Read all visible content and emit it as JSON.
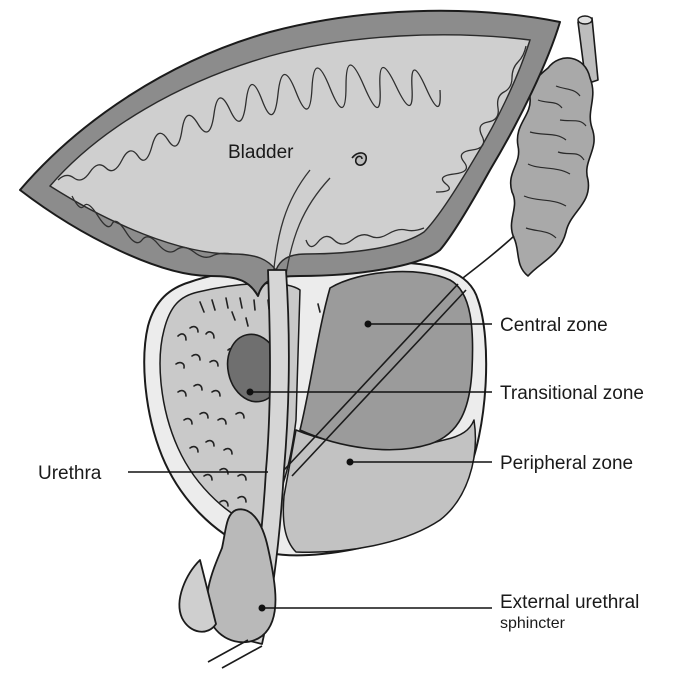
{
  "labels": {
    "bladder": "Bladder",
    "central_zone": "Central zone",
    "transitional_zone": "Transitional zone",
    "peripheral_zone": "Peripheral zone",
    "urethra": "Urethra",
    "external_sphincter_line1": "External urethral",
    "external_sphincter_line2": "sphincter"
  },
  "colors": {
    "bladder_wall": "#8c8c8c",
    "bladder_lumen": "#cfcfcf",
    "capsule": "#ececec",
    "central_zone": "#9b9b9b",
    "transitional_zone": "#6f6f6f",
    "peripheral_zone": "#c2c2c2",
    "sphincter": "#b9b9b9",
    "outline": "#1b1b1b"
  }
}
